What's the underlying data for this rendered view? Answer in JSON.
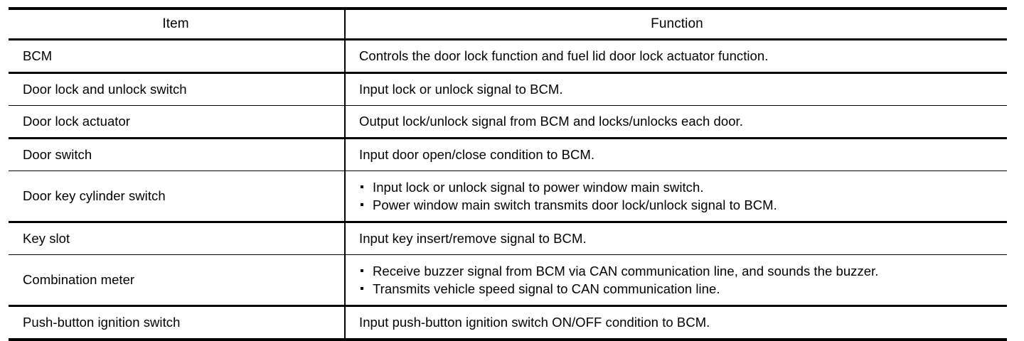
{
  "table": {
    "columns": [
      {
        "key": "item",
        "header": "Item"
      },
      {
        "key": "function",
        "header": "Function"
      }
    ],
    "rows": [
      {
        "item": "BCM",
        "function_lines": [
          "Controls the door lock function and fuel lid door lock actuator function."
        ],
        "bulleted": false
      },
      {
        "item": "Door lock and unlock switch",
        "function_lines": [
          "Input lock or unlock signal to BCM."
        ],
        "bulleted": false
      },
      {
        "item": "Door lock actuator",
        "function_lines": [
          "Output lock/unlock signal from BCM and locks/unlocks each door."
        ],
        "bulleted": false
      },
      {
        "item": "Door switch",
        "function_lines": [
          "Input door open/close condition to BCM."
        ],
        "bulleted": false
      },
      {
        "item": "Door key cylinder switch",
        "function_lines": [
          "Input lock or unlock signal to power window main switch.",
          "Power window main switch transmits door lock/unlock signal to BCM."
        ],
        "bulleted": true
      },
      {
        "item": "Key slot",
        "function_lines": [
          "Input key insert/remove signal to BCM."
        ],
        "bulleted": false
      },
      {
        "item": "Combination meter",
        "function_lines": [
          "Receive buzzer signal from BCM via CAN communication line, and sounds the buzzer.",
          "Transmits vehicle speed signal to CAN communication line."
        ],
        "bulleted": true
      },
      {
        "item": "Push-button ignition switch",
        "function_lines": [
          "Input push-button ignition switch ON/OFF condition to BCM."
        ],
        "bulleted": false
      }
    ]
  },
  "colors": {
    "rule": "#000000",
    "text": "#000000",
    "background": "#ffffff"
  }
}
